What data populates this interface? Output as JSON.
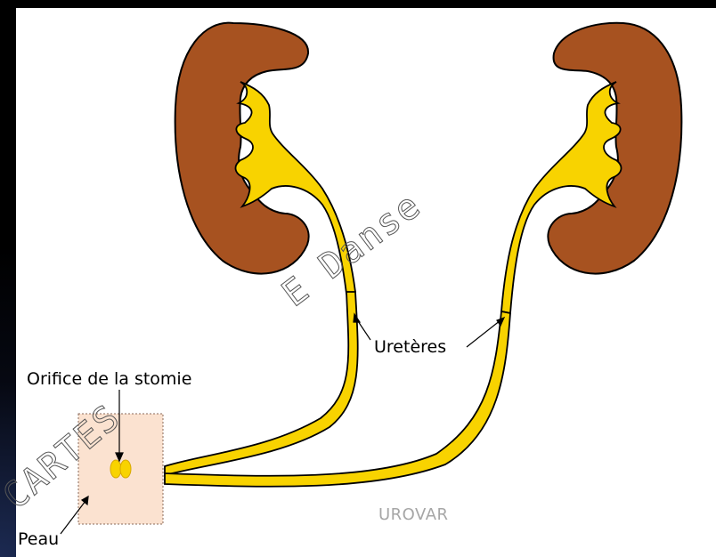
{
  "labels": {
    "ureteres": "Uretères",
    "orifice": "Orifice de la stomie",
    "peau": "Peau",
    "credit": "UROVAR"
  },
  "watermark": {
    "left": "CARTES",
    "right": "E Danse"
  },
  "colors": {
    "kidney": "#a75220",
    "urine": "#f8d300",
    "urine_dark": "#d8a800",
    "skin": "#fbe2d0",
    "credit_gray": "#a6a6a6",
    "background": "#000000"
  }
}
